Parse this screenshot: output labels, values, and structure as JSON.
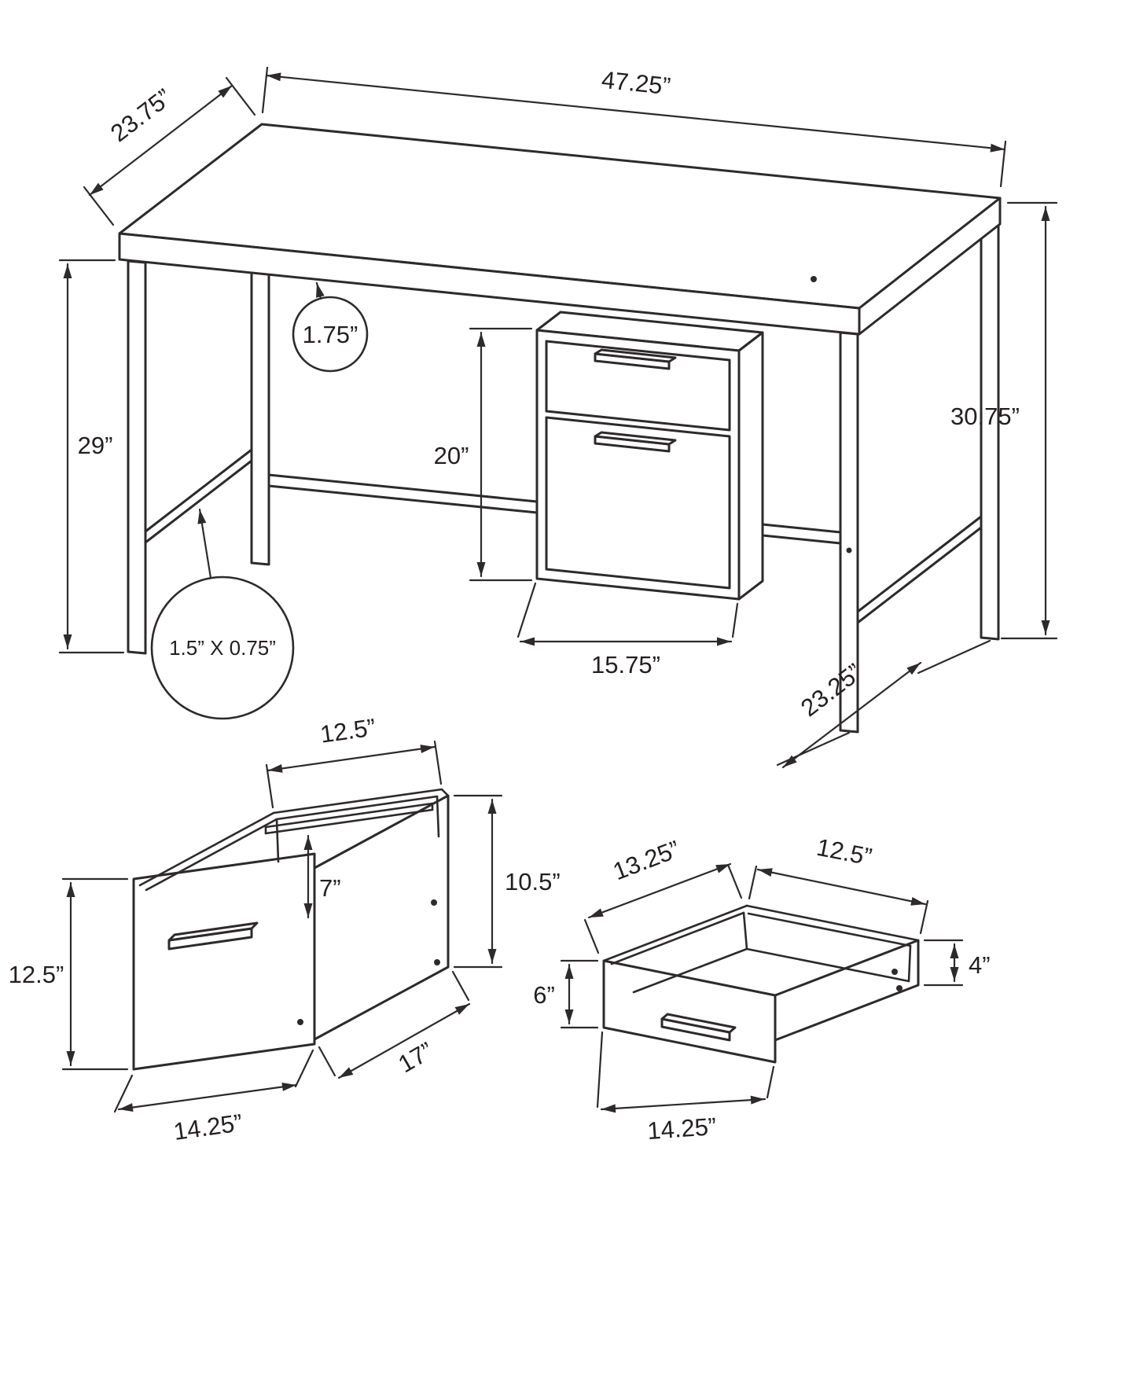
{
  "page": {
    "background": "#ffffff",
    "line_color": "#2d2a2b"
  },
  "desk_view": {
    "labels": {
      "top_depth": "23.75”",
      "top_width": "47.25”",
      "overall_height": "30.75”",
      "clearance_height": "29”",
      "top_thickness": "1.75”",
      "drawer_unit_height": "20”",
      "drawer_unit_width": "15.75”",
      "floor_depth": "23.25”",
      "frame_tube": "1.5” X 0.75”"
    }
  },
  "file_drawer_view": {
    "labels": {
      "top_width": "12.5”",
      "inner_depth": "7”",
      "side_height": "10.5”",
      "front_height": "12.5”",
      "front_width": "14.25”",
      "side_depth": "17”"
    }
  },
  "small_drawer_view": {
    "labels": {
      "side_depth": "13.25”",
      "top_width": "12.5”",
      "front_height": "6”",
      "side_height": "4”",
      "front_width": "14.25”"
    }
  }
}
